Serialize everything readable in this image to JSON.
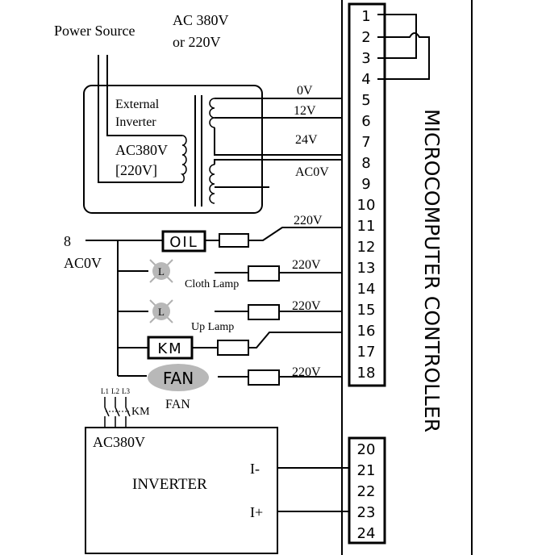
{
  "title": {
    "power_source": "Power Source",
    "voltage_line1": "AC 380V",
    "voltage_line2": "or 220V"
  },
  "controller": {
    "label": "MICROCOMPUTER CONTROLLER",
    "terminals_top": [
      "1",
      "2",
      "3",
      "4",
      "5",
      "6",
      "7",
      "8",
      "9",
      "10",
      "11",
      "12",
      "13",
      "14",
      "15",
      "16",
      "17",
      "18"
    ],
    "terminals_bottom": [
      "20",
      "21",
      "22",
      "23",
      "24"
    ]
  },
  "transformer": {
    "label_line1": "External",
    "label_line2": "Inverter",
    "primary_line1": "AC380V",
    "primary_line2": "[220V]",
    "out_0v": "0V",
    "out_12v": "12V",
    "out_24v": "24V",
    "out_ac0v": "AC0V"
  },
  "supply": {
    "num": "8",
    "ac0v": "AC0V"
  },
  "loads": {
    "oil": "OIL",
    "v220_11": "220V",
    "cloth_lamp_symbol": "L",
    "cloth_lamp": "Cloth Lamp",
    "v220_13": "220V",
    "up_lamp_symbol": "L",
    "up_lamp": "Up Lamp",
    "v220_15": "220V",
    "km": "KM",
    "fan": "FAN",
    "fan_caption": "FAN",
    "v220_18": "220V"
  },
  "contactor": {
    "l1": "L1",
    "l2": "L2",
    "l3": "L3",
    "km": "KM"
  },
  "inverter": {
    "supply": "AC380V",
    "name": "INVERTER",
    "i_minus": "I-",
    "i_plus": "I+"
  }
}
